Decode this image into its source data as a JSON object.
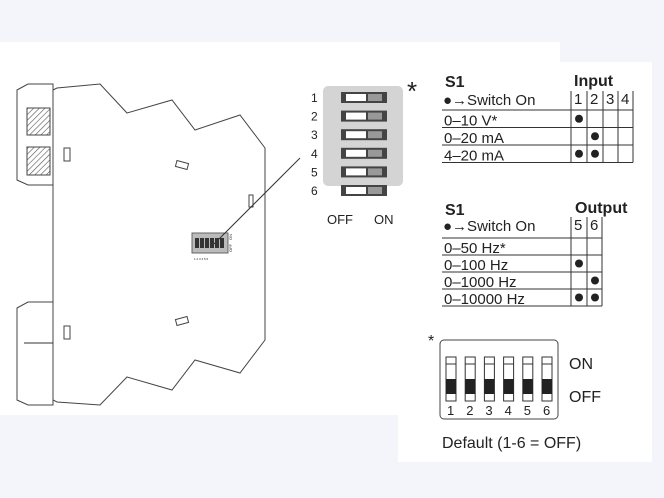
{
  "callout_asterisk": "*",
  "small_switch": {
    "numbers": [
      "1",
      "2",
      "3",
      "4",
      "5",
      "6"
    ],
    "off_label": "OFF",
    "on_label": "ON",
    "device_numbers": "1 2 3 4 5 6",
    "device_off": "OFF",
    "device_on": "ON"
  },
  "input_table": {
    "title": "S1",
    "heading": "Input",
    "legend": "●→Switch On",
    "columns": [
      "1",
      "2",
      "3",
      "4"
    ],
    "rows": [
      {
        "label": "0–10 V*",
        "on": [
          1
        ]
      },
      {
        "label": "0–20 mA",
        "on": [
          2
        ]
      },
      {
        "label": "4–20 mA",
        "on": [
          1,
          2
        ]
      }
    ]
  },
  "output_table": {
    "title": "S1",
    "heading": "Output",
    "legend": "●→Switch On",
    "columns": [
      "5",
      "6"
    ],
    "rows": [
      {
        "label": "0–50 Hz*",
        "on": []
      },
      {
        "label": "0–100 Hz",
        "on": [
          5
        ]
      },
      {
        "label": "0–1000 Hz",
        "on": [
          6
        ]
      },
      {
        "label": "0–10000 Hz",
        "on": [
          5,
          6
        ]
      }
    ]
  },
  "default_switch": {
    "asterisk": "*",
    "numbers": [
      "1",
      "2",
      "3",
      "4",
      "5",
      "6"
    ],
    "on_label": "ON",
    "off_label": "OFF",
    "caption": "Default (1-6 = OFF)",
    "states": [
      "OFF",
      "OFF",
      "OFF",
      "OFF",
      "OFF",
      "OFF"
    ]
  }
}
